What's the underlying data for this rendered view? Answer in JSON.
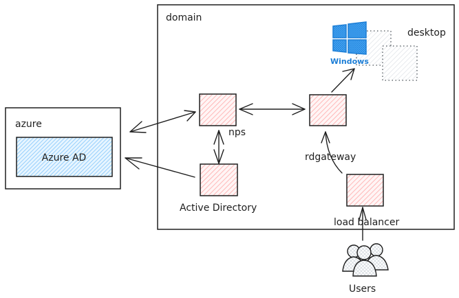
{
  "diagram": {
    "containers": {
      "azure": {
        "label": "azure"
      },
      "domain": {
        "label": "domain"
      }
    },
    "nodes": {
      "azure_ad": {
        "label": "Azure AD"
      },
      "nps": {
        "label": "nps"
      },
      "active_directory": {
        "label": "Active Directory"
      },
      "rdgateway": {
        "label": "rdgateway"
      },
      "load_balancer": {
        "label": "load balancer"
      },
      "windows": {
        "label": "Windows"
      },
      "desktop": {
        "label": "desktop"
      },
      "users": {
        "label": "Users"
      }
    },
    "edges": [
      {
        "from": "nps",
        "to": "azure",
        "direction": "both"
      },
      {
        "from": "active_directory",
        "to": "azure",
        "direction": "forward"
      },
      {
        "from": "nps",
        "to": "active_directory",
        "direction": "both"
      },
      {
        "from": "nps",
        "to": "rdgateway",
        "direction": "both"
      },
      {
        "from": "rdgateway",
        "to": "windows",
        "direction": "forward"
      },
      {
        "from": "load_balancer",
        "to": "rdgateway",
        "direction": "forward"
      },
      {
        "from": "users",
        "to": "load_balancer",
        "direction": "forward"
      }
    ],
    "colors": {
      "stroke": "#1e1e1e",
      "server_fill": "#ffc9c9",
      "azure_ad_fill": "#a5d8ff",
      "windows_blue": "#1c7ed6",
      "desktop_fill": "#e9ecef"
    }
  }
}
